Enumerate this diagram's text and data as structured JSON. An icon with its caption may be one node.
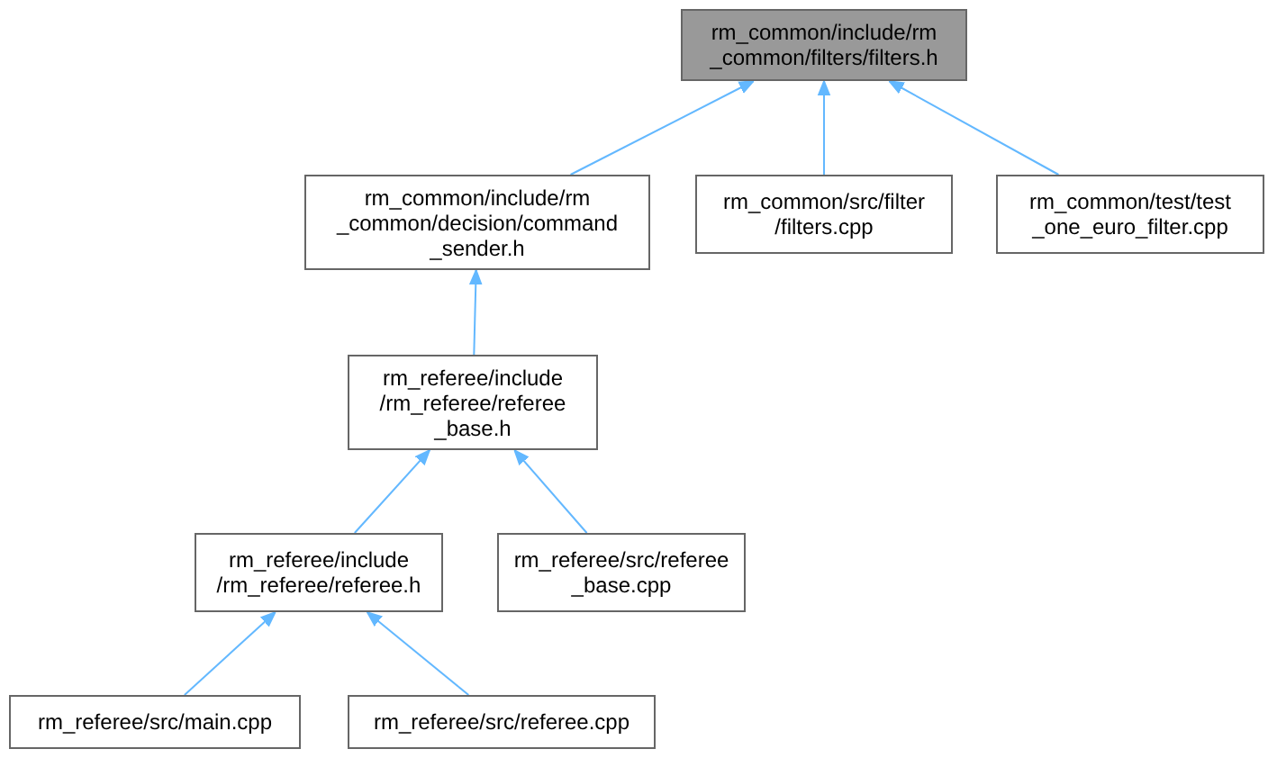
{
  "diagram": {
    "nodes": [
      {
        "text": [
          "rm_common/include/rm _common/filters/filters.h"
        ]
      },
      {
        "text": [
          "rm_common/include/rm _common/decision/command _sender.h"
        ]
      },
      {
        "text": [
          "rm_common/src/filter /filters.cpp"
        ]
      },
      {
        "text": [
          "rm_common/test/test _one_euro_filter.cpp"
        ]
      },
      {
        "text": [
          "rm_referee/include /rm_referee/referee _base.h"
        ]
      },
      {
        "text": [
          "rm_referee/include /rm_referee/referee.h"
        ]
      },
      {
        "text": [
          "rm_referee/src/referee _base.cpp"
        ]
      },
      {
        "text": [
          "rm_referee/src/main.cpp"
        ]
      },
      {
        "text": [
          "rm_referee/src/referee.cpp"
        ]
      }
    ],
    "edges": [
      {
        "from": 1,
        "to": 0,
        "arrow": "to"
      },
      {
        "from": 2,
        "to": 0,
        "arrow": "to"
      },
      {
        "from": 3,
        "to": 0,
        "arrow": "to"
      },
      {
        "from": 4,
        "to": 1,
        "arrow": "to"
      },
      {
        "from": 5,
        "to": 4,
        "arrow": "to"
      },
      {
        "from": 6,
        "to": 4,
        "arrow": "to"
      },
      {
        "from": 7,
        "to": 5,
        "arrow": "to"
      },
      {
        "from": 8,
        "to": 5,
        "arrow": "to"
      }
    ]
  }
}
